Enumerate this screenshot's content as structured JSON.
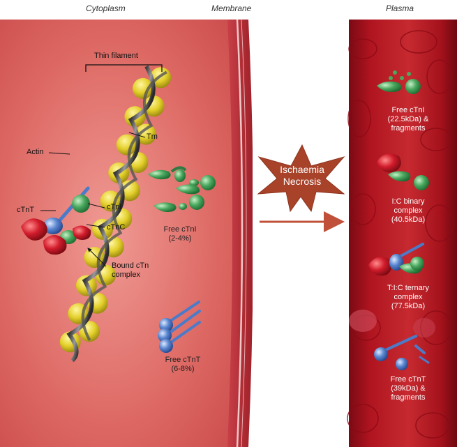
{
  "headers": {
    "cytoplasm": "Cytoplasm",
    "membrane": "Membrane",
    "plasma": "Plasma"
  },
  "cytoplasm_labels": {
    "thin_filament": "Thin filament",
    "tm": "Tm",
    "actin": "Actin",
    "ctnt": "cTnT",
    "ctni": "cTnI",
    "ctnc": "cTnC",
    "bound_complex": [
      "Bound cTn",
      "complex"
    ]
  },
  "free_ctni": [
    "Free cTnI",
    "(2-4%)"
  ],
  "free_ctnt": [
    "Free cTnT",
    "(6-8%)"
  ],
  "event": [
    "Ischaemia",
    "Necrosis"
  ],
  "plasma_items": [
    [
      "Free cTnI",
      "(22.5kDa) &",
      "fragments"
    ],
    [
      "I:C binary",
      "complex",
      "(40.5kDa)"
    ],
    [
      "T:I:C ternary",
      "complex",
      "(77.5kDa)"
    ],
    [
      "Free cTnT",
      "(39kDa) &",
      "fragments"
    ]
  ],
  "colors": {
    "cytoplasm": "#d9605f",
    "membrane": "#b83036",
    "vessel": "#a8121e",
    "actin": "#e6d22a",
    "ctni": "#3e9e55",
    "ctnt": "#4b7bc8",
    "ctnc": "#d21c2c",
    "star": "#a8432a",
    "arrow": "#c0503a"
  },
  "icons": [
    "thin-filament-bracket",
    "arrow-right-icon",
    "ischaemia-star-icon"
  ]
}
